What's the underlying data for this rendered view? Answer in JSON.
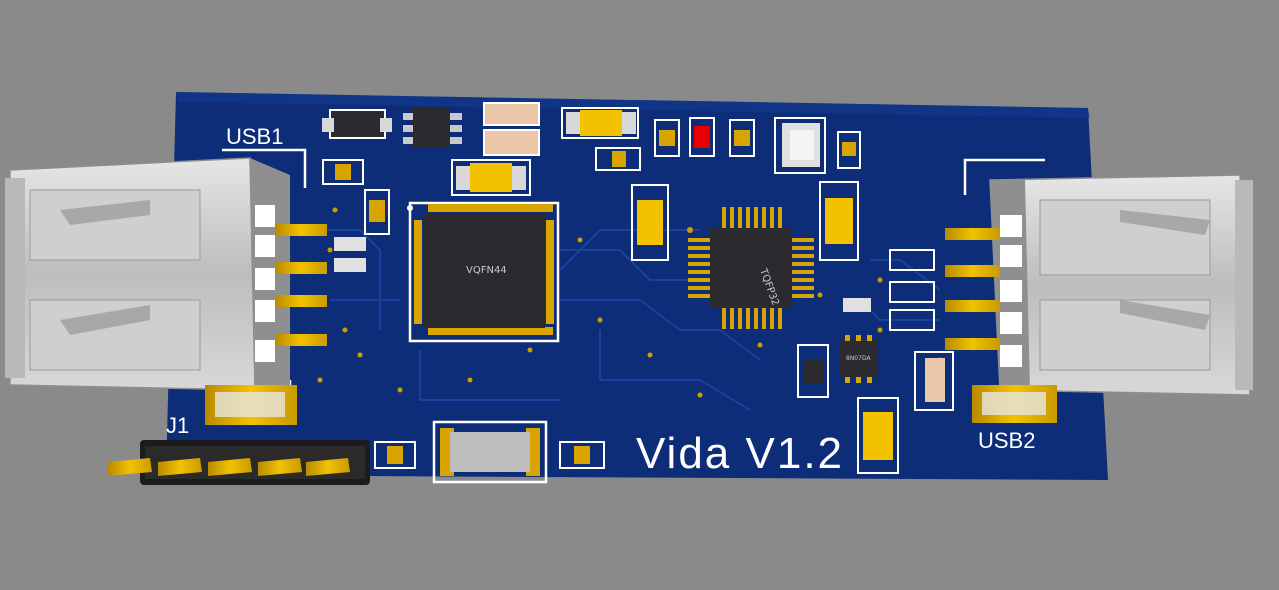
{
  "board": {
    "title": "Vida V1.2",
    "labels": {
      "usb1": "USB1",
      "usb2": "USB2",
      "j1": "J1"
    },
    "chips": {
      "main_mcu": "VQFN44",
      "secondary_mcu": "TQFP32",
      "small_chip": "8N07DA"
    }
  },
  "colors": {
    "background": "#8a8a8a",
    "pcb": "#0d2d78",
    "silkscreen": "#ffffff",
    "gold": "#d8a400",
    "chip_body": "#2a2a2f",
    "connector_metal": "#c8c8c8"
  }
}
